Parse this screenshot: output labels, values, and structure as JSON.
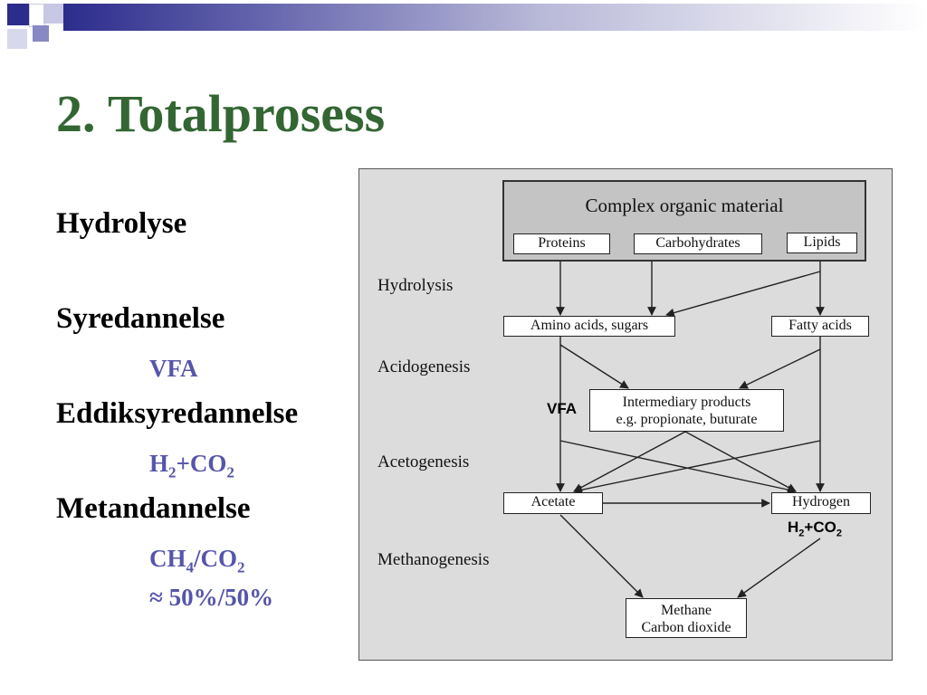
{
  "slide": {
    "title": "2. Totalprosess",
    "bullets": [
      {
        "label": "Hydrolyse"
      },
      {
        "label": "Syredannelse",
        "sub": "VFA"
      },
      {
        "label": "Eddiksyredannelse",
        "sub": {
          "a": "H",
          "s1": "2",
          "b": "+CO",
          "s2": "2"
        }
      },
      {
        "label": "Metandannelse",
        "sub": {
          "a": "CH",
          "s1": "4",
          "b": "/CO",
          "s2": "2",
          "line2": "≈ 50%/50%"
        }
      }
    ]
  },
  "diagram": {
    "header": "Complex organic material",
    "inputs": {
      "proteins": "Proteins",
      "carbohydrates": "Carbohydrates",
      "lipids": "Lipids"
    },
    "stages": {
      "hydrolysis": "Hydrolysis",
      "acidogenesis": "Acidogenesis",
      "acetogenesis": "Acetogenesis",
      "methanogenesis": "Methanogenesis"
    },
    "boxes": {
      "amino_sugars": "Amino acids, sugars",
      "fatty_acids": "Fatty acids",
      "intermediary_1": "Intermediary products",
      "intermediary_2": "e.g. propionate, buturate",
      "acetate": "Acetate",
      "hydrogen": "Hydrogen",
      "methane": "Methane",
      "co2": "Carbon dioxide"
    },
    "annotations": {
      "vfa": "VFA",
      "h2co2": {
        "a": "H",
        "s1": "2",
        "b": "+CO",
        "s2": "2"
      }
    }
  }
}
